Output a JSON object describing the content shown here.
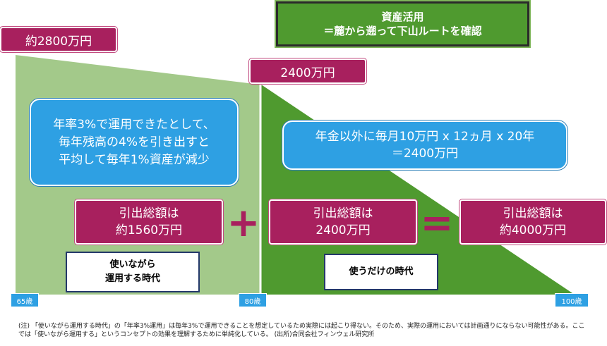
{
  "title": "資産活用\n＝麓から遡って下山ルートを確認",
  "top_labels": {
    "start_amount": "約2800万円",
    "mid_amount": "2400万円"
  },
  "left_phase": {
    "explanation": "年率3%で運用できたとして、\n毎年残高の4%を引き出すと\n平均して毎年1%資産が減少",
    "withdrawal": "引出総額は\n約1560万円",
    "period_label": "使いながら\n運用する時代"
  },
  "right_phase": {
    "explanation": "年金以外に毎月10万円 x 12ヵ月 x 20年\n＝2400万円",
    "withdrawal": "引出総額は\n2400万円",
    "period_label": "使うだけの時代"
  },
  "total": {
    "withdrawal": "引出総額は\n約4000万円"
  },
  "operators": {
    "plus": "+",
    "equals": "="
  },
  "ages": {
    "start": "65歳",
    "middle": "80歳",
    "end": "100歳"
  },
  "footnote": "(注) 「使いながら運用する時代」の「年率3%運用」は毎年3%で運用できることを想定しているため実際には起こり得ない。そのため、実際の運用においては計画通りにならない可能性がある。ここでは「使いながら運用する」というコンセプトの効果を理解するために単純化している。 (出所)合同会社フィンウェル研究所",
  "colors": {
    "left_area": "#a3c98a",
    "right_area": "#4f9a2f",
    "magenta": "#a8205e",
    "blue": "#2ea0e3",
    "navy_border": "#24386b"
  }
}
